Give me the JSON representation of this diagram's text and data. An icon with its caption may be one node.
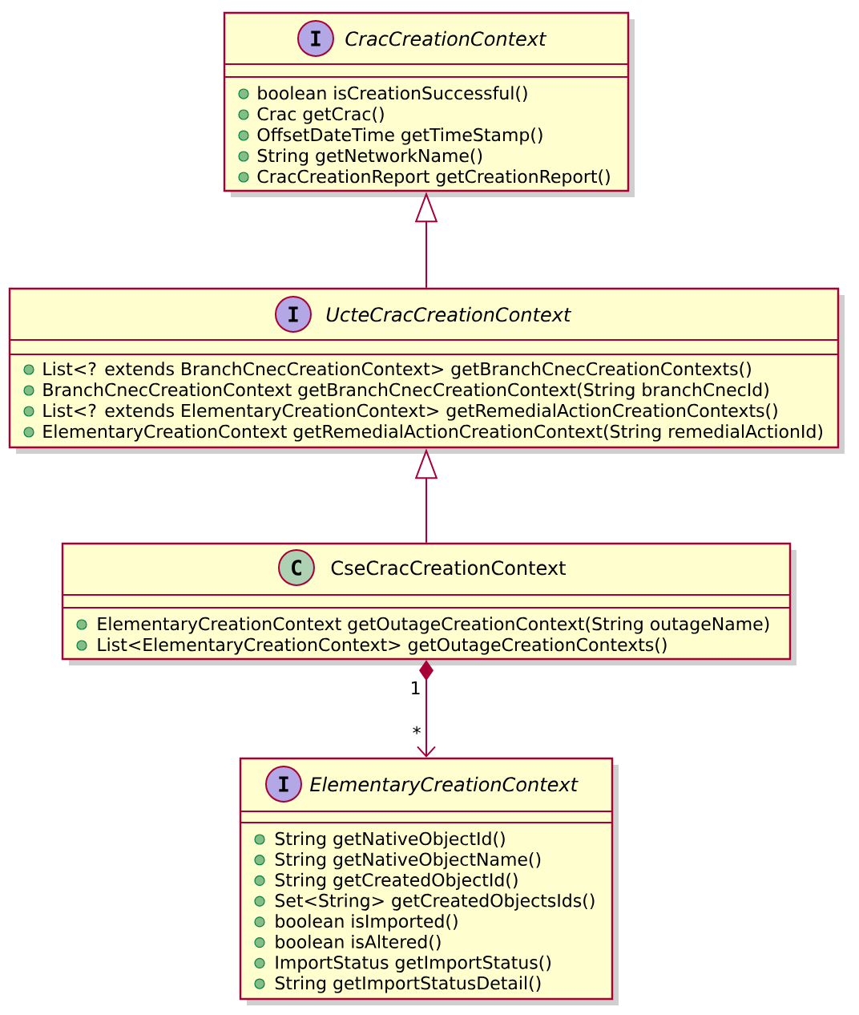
{
  "diagram": {
    "nodes": [
      {
        "text": [
          "I",
          "CracCreationContext",
          "boolean isCreationSuccessful()",
          "Crac getCrac()",
          "OffsetDateTime getTimeStamp()",
          "String getNetworkName()",
          "CracCreationReport getCreationReport()"
        ]
      },
      {
        "text": [
          "I",
          "UcteCracCreationContext",
          "List<? extends BranchCnecCreationContext> getBranchCnecCreationContexts()",
          "BranchCnecCreationContext getBranchCnecCreationContext(String branchCnecId)",
          "List<? extends ElementaryCreationContext> getRemedialActionCreationContexts()",
          "ElementaryCreationContext getRemedialActionCreationContext(String remedialActionId)"
        ]
      },
      {
        "text": [
          "C",
          "CseCracCreationContext",
          "ElementaryCreationContext getOutageCreationContext(String outageName)",
          "List<ElementaryCreationContext> getOutageCreationContexts()"
        ]
      },
      {
        "text": [
          "I",
          "ElementaryCreationContext",
          "String getNativeObjectId()",
          "String getNativeObjectName()",
          "String getCreatedObjectId()",
          "Set<String> getCreatedObjectsIds()",
          "boolean isImported()",
          "boolean isAltered()",
          "ImportStatus getImportStatus()",
          "String getImportStatusDetail()"
        ]
      }
    ],
    "edges": [
      {
        "from": 1,
        "to": 0,
        "arrow": "to"
      },
      {
        "from": 2,
        "to": 1,
        "arrow": "to"
      },
      {
        "from": 2,
        "to": 3,
        "arrow": "to"
      }
    ],
    "labels": [
      "1",
      "*"
    ]
  }
}
